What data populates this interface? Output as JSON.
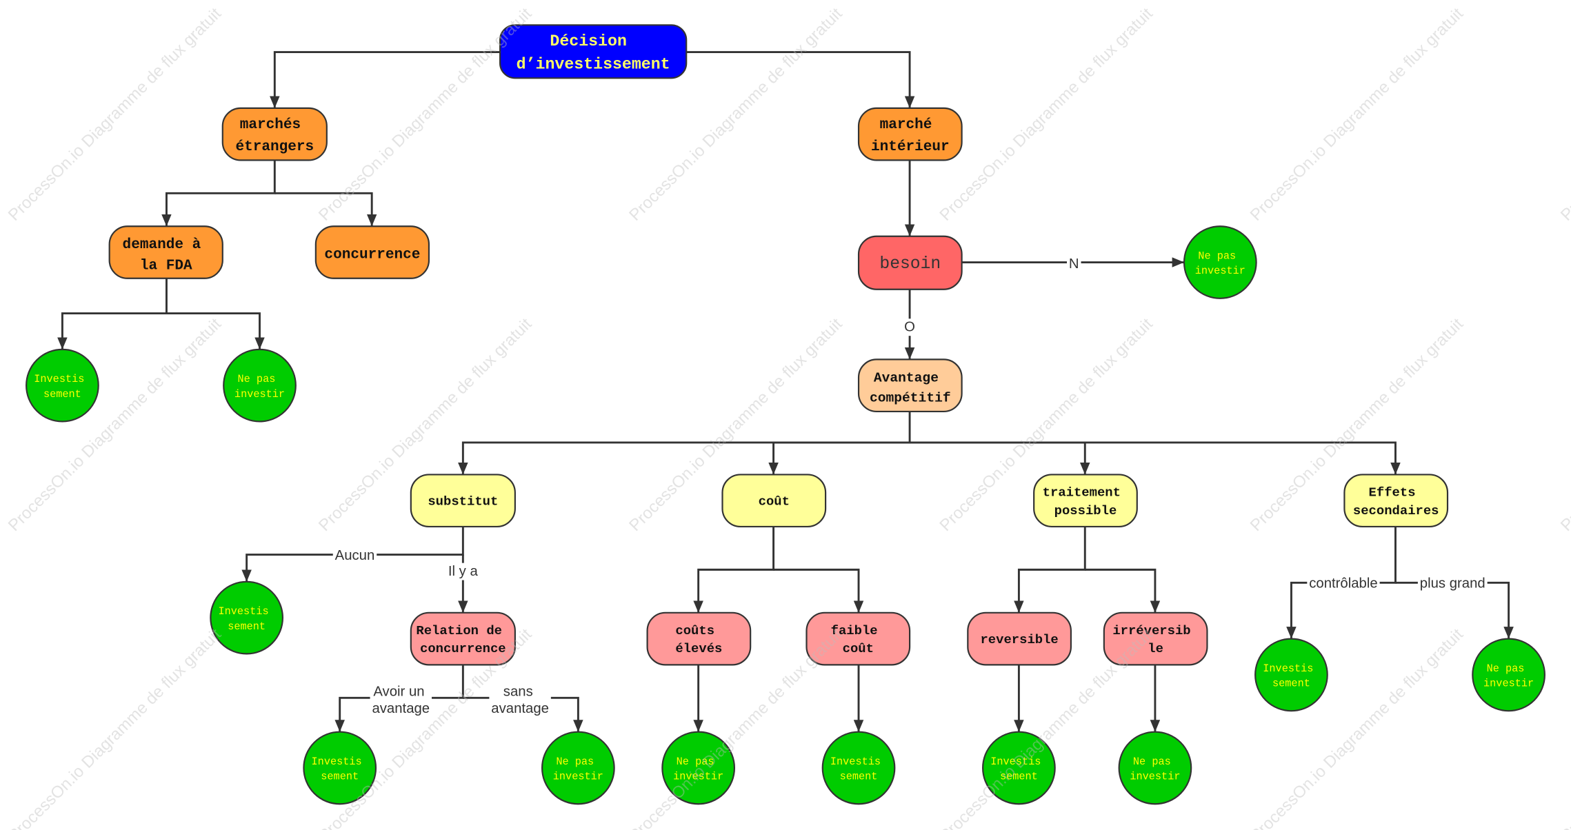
{
  "watermark": "ProcessOn.io Diagramme de flux gratuit",
  "colors": {
    "root_fill": "#0000ff",
    "root_text": "#ffff66",
    "level1_fill": "#ff9933",
    "need_fill": "#ff6666",
    "advantage_fill": "#ffcc99",
    "criteria_fill": "#ffff99",
    "sub_fill": "#ff9999",
    "outcome_fill": "#00cc00",
    "outcome_text": "#ffff00",
    "line": "#333333"
  },
  "nodes": {
    "root": [
      "Décision",
      "d’investissement"
    ],
    "marches_etrangers": [
      "marchés",
      "étrangers"
    ],
    "marche_interieur": [
      "marché",
      "intérieur"
    ],
    "demande_fda": [
      "demande à",
      "la FDA"
    ],
    "concurrence": [
      "concurrence"
    ],
    "besoin": [
      "besoin"
    ],
    "avantage": [
      "Avantage",
      "compétitif"
    ],
    "substitut": [
      "substitut"
    ],
    "cout": [
      "coût"
    ],
    "traitement": [
      "traitement",
      "possible"
    ],
    "effets": [
      "Effets",
      "secondaires"
    ],
    "relation": [
      "Relation de",
      "concurrence"
    ],
    "couts_eleves": [
      "coûts",
      "élevés"
    ],
    "faible_cout": [
      "faible",
      "coût"
    ],
    "reversible": [
      "reversible"
    ],
    "irreversible": [
      "irréversib",
      "le"
    ]
  },
  "outcomes": {
    "fda_investir": [
      "Investis",
      "sement"
    ],
    "fda_ne_pas": [
      "Ne pas",
      "investir"
    ],
    "besoin_ne_pas": [
      "Ne pas",
      "investir"
    ],
    "substitut_investir": [
      "Investis",
      "sement"
    ],
    "avantage_investir": [
      "Investis",
      "sement"
    ],
    "sans_avantage_ne_pas": [
      "Ne pas",
      "investir"
    ],
    "couts_eleves_ne_pas": [
      "Ne pas",
      "investir"
    ],
    "faible_cout_investir": [
      "Investis",
      "sement"
    ],
    "reversible_investir": [
      "Investis",
      "sement"
    ],
    "irreversible_ne_pas": [
      "Ne pas",
      "investir"
    ],
    "controlable_investir": [
      "Investis",
      "sement"
    ],
    "plus_grand_ne_pas": [
      "Ne pas",
      "investir"
    ]
  },
  "edge_labels": {
    "besoin_non": "N",
    "besoin_oui": "O",
    "substitut_aucun": "Aucun",
    "substitut_il_y_a": "Il y a",
    "relation_avantage": [
      "Avoir un",
      "avantage"
    ],
    "relation_sans": [
      "sans",
      "avantage"
    ],
    "effets_controlable": "contrôlable",
    "effets_plus_grand": "plus grand"
  }
}
